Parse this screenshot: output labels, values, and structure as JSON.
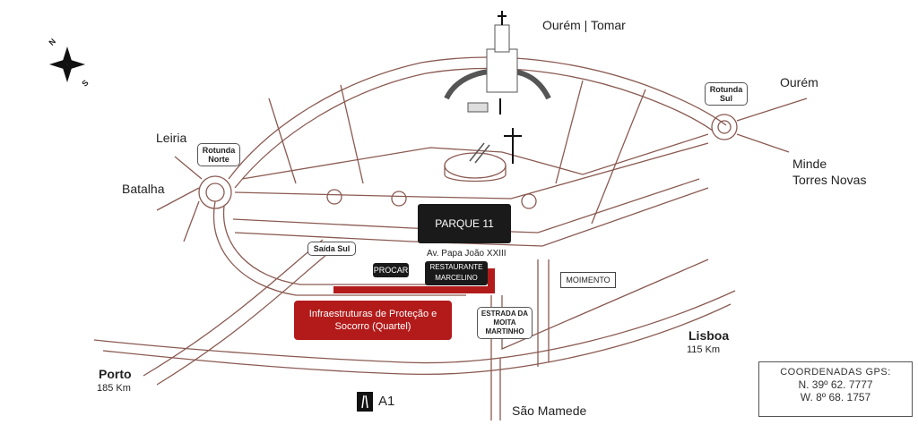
{
  "destinations": {
    "top": "Ourém | Tomar",
    "east_top": "Ourém",
    "east_mid_1": "Minde",
    "east_mid_2": "Torres Novas",
    "west_1": "Leiria",
    "west_2": "Batalha",
    "south": "São Mamede",
    "lisboa_name": "Lisboa",
    "lisboa_dist": "115 Km",
    "porto_name": "Porto",
    "porto_dist": "185 Km"
  },
  "callouts": {
    "rotunda_norte": "Rotunda Norte",
    "rotunda_sul": "Rotunda Sul",
    "saida_sul": "Saída Sul",
    "estrada": "ESTRADA DA MOITA MARTINHO"
  },
  "places": {
    "parque": "PARQUE 11",
    "avenue": "Av. Papa João XXIII",
    "procar": "PROCAR",
    "restaurante": "RESTAURANTE MARCELINO",
    "moimento": "MOIMENTO",
    "quartel": "Infraestruturas de Proteção e Socorro (Quartel)"
  },
  "highway": {
    "label": "A1",
    "icon": "motorway-icon"
  },
  "compass": {
    "icon": "compass-rose-icon",
    "north": "N",
    "south": "S"
  },
  "gps": {
    "title": "COORDENADAS GPS:",
    "north": "N. 39º  62. 7777",
    "west": "W. 8º  68. 1757"
  },
  "colors": {
    "road_outline": "#8a5a52",
    "highlight_red": "#b31b1b",
    "dark_box": "#1a1a1a"
  }
}
